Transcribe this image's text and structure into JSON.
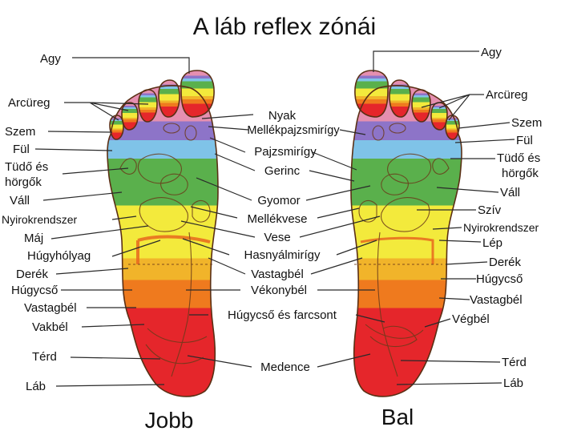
{
  "title": "A láb reflex zónái",
  "feet": {
    "left_label": "Jobb",
    "right_label": "Bal"
  },
  "left_labels": {
    "agy": "Agy",
    "arcureg": "Arcüreg",
    "szem": "Szem",
    "ful": "Fül",
    "tudo1": "Tüdő és",
    "tudo2": "hörgők",
    "vall": "Váll",
    "nyirok": "Nyirokrendszer",
    "maj": "Máj",
    "hugyholyag": "Húgyhólyag",
    "derek": "Derék",
    "hugycso": "Húgycső",
    "vastagbel": "Vastagbél",
    "vakbel": "Vakbél",
    "terd": "Térd",
    "lab": "Láb"
  },
  "center_labels": {
    "nyak": "Nyak",
    "mellekpajzs": "Mellékpajzsmirígy",
    "pajzs": "Pajzsmirígy",
    "gerinc": "Gerinc",
    "gyomor": "Gyomor",
    "mellekvese": "Mellékvese",
    "vese": "Vese",
    "hasnyal": "Hasnyálmirígy",
    "vastagbel": "Vastagbél",
    "vekonybel": "Vékonybél",
    "hugycso_farcsont": "Húgycső és farcsont",
    "medence": "Medence"
  },
  "right_labels": {
    "agy": "Agy",
    "arcureg": "Arcüreg",
    "szem": "Szem",
    "ful": "Fül",
    "tudo1": "Tüdő és",
    "tudo2": "hörgők",
    "vall": "Váll",
    "sziv": "Szív",
    "nyirok": "Nyirokrendszer",
    "lep": "Lép",
    "derek": "Derék",
    "hugycso": "Húgycső",
    "vastagbel": "Vastagbél",
    "vegbel": "Végbél",
    "terd": "Térd",
    "lab": "Láb"
  },
  "zone_colors": {
    "head": "#e58fb0",
    "neck": "#8d74c8",
    "throat": "#7fc3e8",
    "chest": "#5ab04c",
    "upper_abdomen": "#f3ea3c",
    "lower_abdomen": "#f1b42a",
    "pelvis_upper": "#ef7a1e",
    "pelvis": "#e5262b",
    "outline": "#5a2f14"
  }
}
